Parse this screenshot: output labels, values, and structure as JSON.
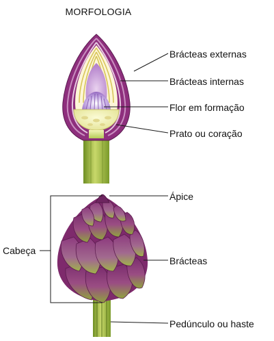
{
  "title": "MORFOLOGIA",
  "labels": {
    "external_bracts": "Brácteas externas",
    "internal_bracts": "Brácteas internas",
    "developing_flower": "Flor em formação",
    "receptacle": "Prato ou coração",
    "apex": "Ápice",
    "head": "Cabeça",
    "bracts": "Brácteas",
    "stem": "Pedúnculo ou haste"
  },
  "colors": {
    "outer_bract": "#8e2f7d",
    "inner_bract": "#c4a3c9",
    "flower": "#a67fcf",
    "heart": "#f4f3b3",
    "stem": "#a9c24a",
    "leader_line": "#1a1a1a"
  }
}
